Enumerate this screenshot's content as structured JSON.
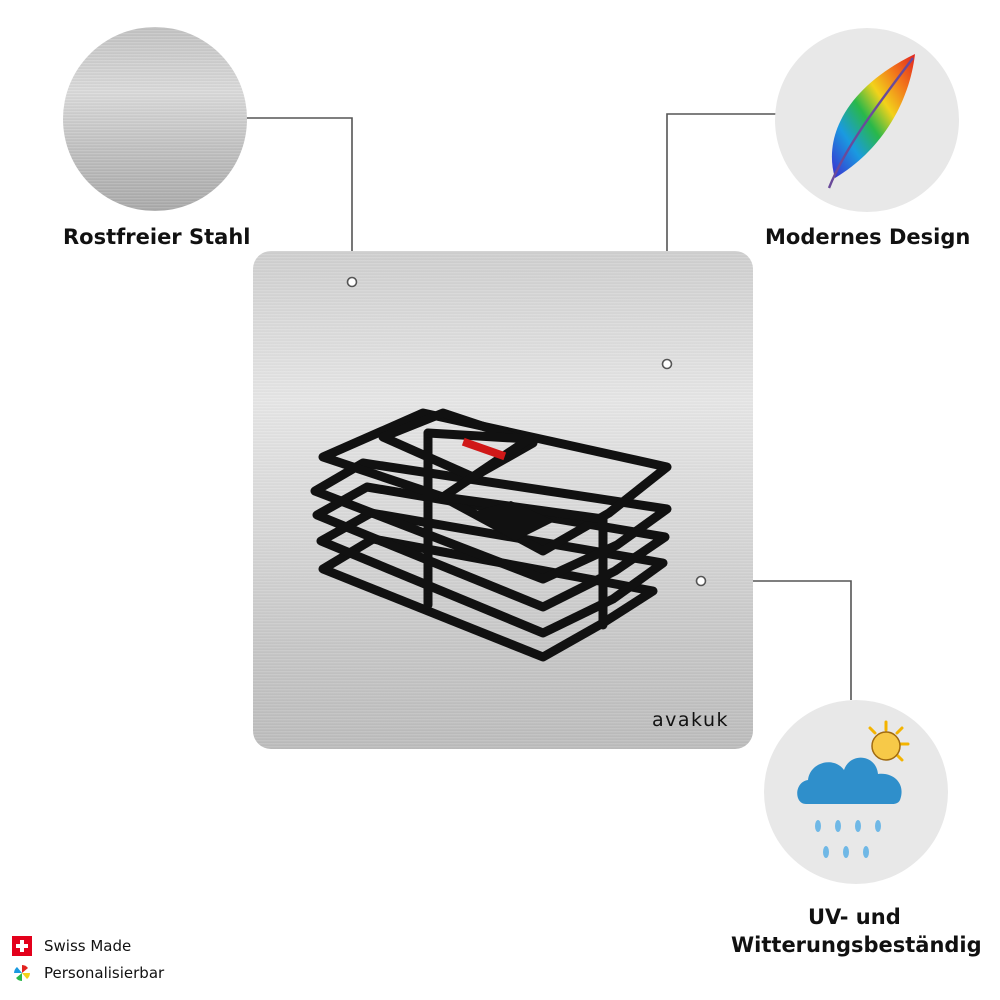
{
  "features": {
    "steel": {
      "label": "Rostfreier Stahl",
      "icon": "brushed-steel-swatch"
    },
    "design": {
      "label": "Modernes Design",
      "icon": "rainbow-feather-icon"
    },
    "weather": {
      "label_line1": "UV- und",
      "label_line2": "Witterungsbeständig",
      "icon": "sun-cloud-rain-icon"
    }
  },
  "plate": {
    "brand": "avakuk",
    "pictogram": "newspaper-stack-icon",
    "colors": {
      "ink": "#111111",
      "accent": "#d01818"
    }
  },
  "footer": {
    "items": [
      {
        "label": "Swiss Made",
        "icon": "swiss-flag-icon"
      },
      {
        "label": "Personalisierbar",
        "icon": "pinwheel-icon"
      }
    ]
  }
}
